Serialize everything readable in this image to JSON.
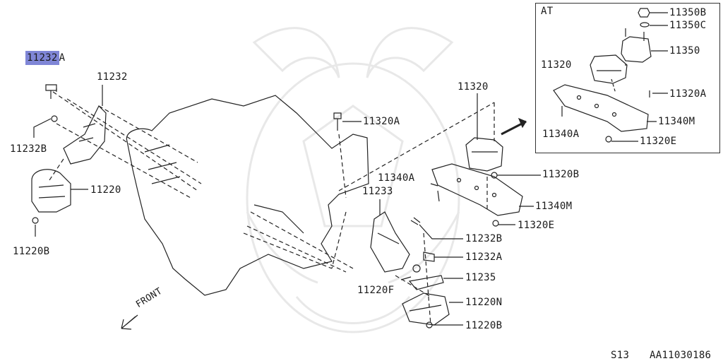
{
  "labels": {
    "p11232A_hl": "11232",
    "p11232A_suffix": "A",
    "p11232": "11232",
    "p11232B_left": "11232B",
    "p11220": "11220",
    "p11220B_left": "11220B",
    "p11320A_mid": "11320A",
    "p11320": "11320",
    "p11320B": "11320B",
    "p11340A": "11340A",
    "p11233": "11233",
    "p11340M": "11340M",
    "p11320E": "11320E",
    "p11232B_right": "11232B",
    "p11232A_right": "11232A",
    "p11235": "11235",
    "p11220F": "11220F",
    "p11220N": "11220N",
    "p11220B_right": "11220B"
  },
  "inset": {
    "title": "AT",
    "p11350B": "11350B",
    "p11350C": "11350C",
    "p11350": "11350",
    "p11320": "11320",
    "p11320A": "11320A",
    "p11340M": "11340M",
    "p11340A": "11340A",
    "p11320E": "11320E"
  },
  "front_label": "FRONT",
  "footer": {
    "code": "S13",
    "ref": "AA11030186"
  },
  "colors": {
    "highlight": "#7f86d6",
    "line": "#222222",
    "watermark": "#e6e6e6"
  }
}
